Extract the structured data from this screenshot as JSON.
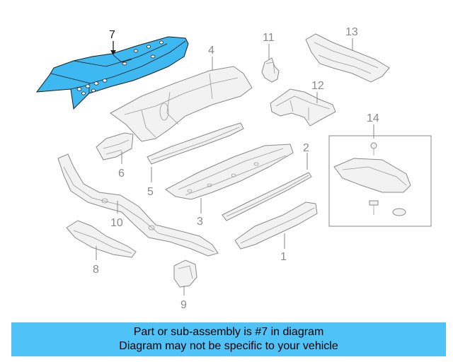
{
  "diagram": {
    "callouts": {
      "p1": "1",
      "p2": "2",
      "p3": "3",
      "p4": "4",
      "p5": "5",
      "p6": "6",
      "p7": "7",
      "p8": "8",
      "p9": "9",
      "p10": "10",
      "p11": "11",
      "p12": "12",
      "p13": "13",
      "p14": "14"
    },
    "highlighted_part": "7",
    "highlight_color": "#3db8f0",
    "banner_color": "#4fc3f7"
  },
  "banner": {
    "line1": "Part or sub-assembly is #7 in diagram",
    "line2": "Diagram may not be specific to your vehicle"
  }
}
